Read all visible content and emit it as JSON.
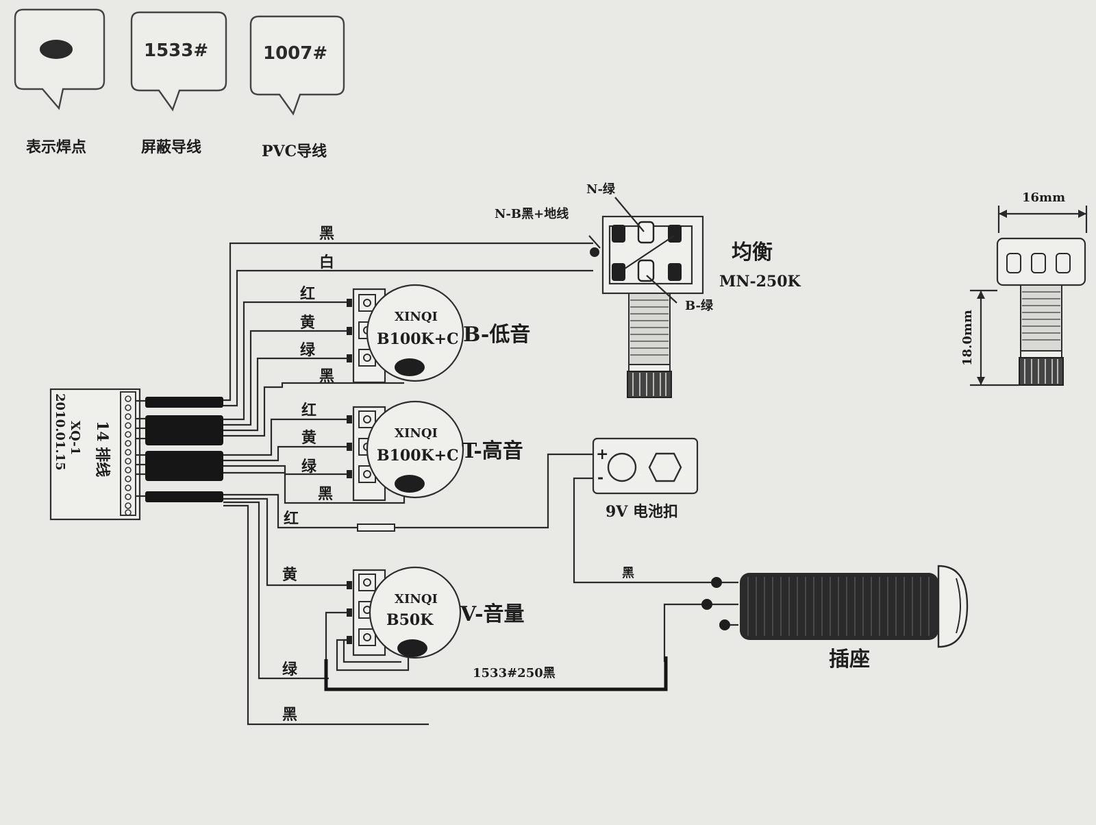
{
  "legend": {
    "solder_label": "表示焊点",
    "shield_code": "1533#",
    "shield_label": "屏蔽导线",
    "pvc_code": "1007#",
    "pvc_label": "PVC导线"
  },
  "connector": {
    "title": "14 排线",
    "model": "XQ-1",
    "date": "2010.01.15"
  },
  "pots": {
    "bass": {
      "brand": "XINQI",
      "model": "B100K+C",
      "label": "B-低音"
    },
    "treble": {
      "brand": "XINQI",
      "model": "B100K+C",
      "label": "T-高音"
    },
    "volume": {
      "brand": "XINQI",
      "model": "B50K",
      "label": "V-音量"
    }
  },
  "balance": {
    "title": "均衡",
    "model": "MN-250K",
    "pin_n": "N-绿",
    "pin_nb": "N-B黑+地线",
    "pin_b": "B-绿"
  },
  "battery": {
    "label": "9V 电池扣",
    "plus": "+",
    "minus": "-"
  },
  "jack": {
    "label": "插座"
  },
  "dimensions": {
    "width": "16mm",
    "height": "18.0mm"
  },
  "wire_labels": {
    "black": "黑",
    "white": "白",
    "red": "红",
    "yellow": "黄",
    "green": "绿",
    "shield_cable": "1533#250黑"
  }
}
